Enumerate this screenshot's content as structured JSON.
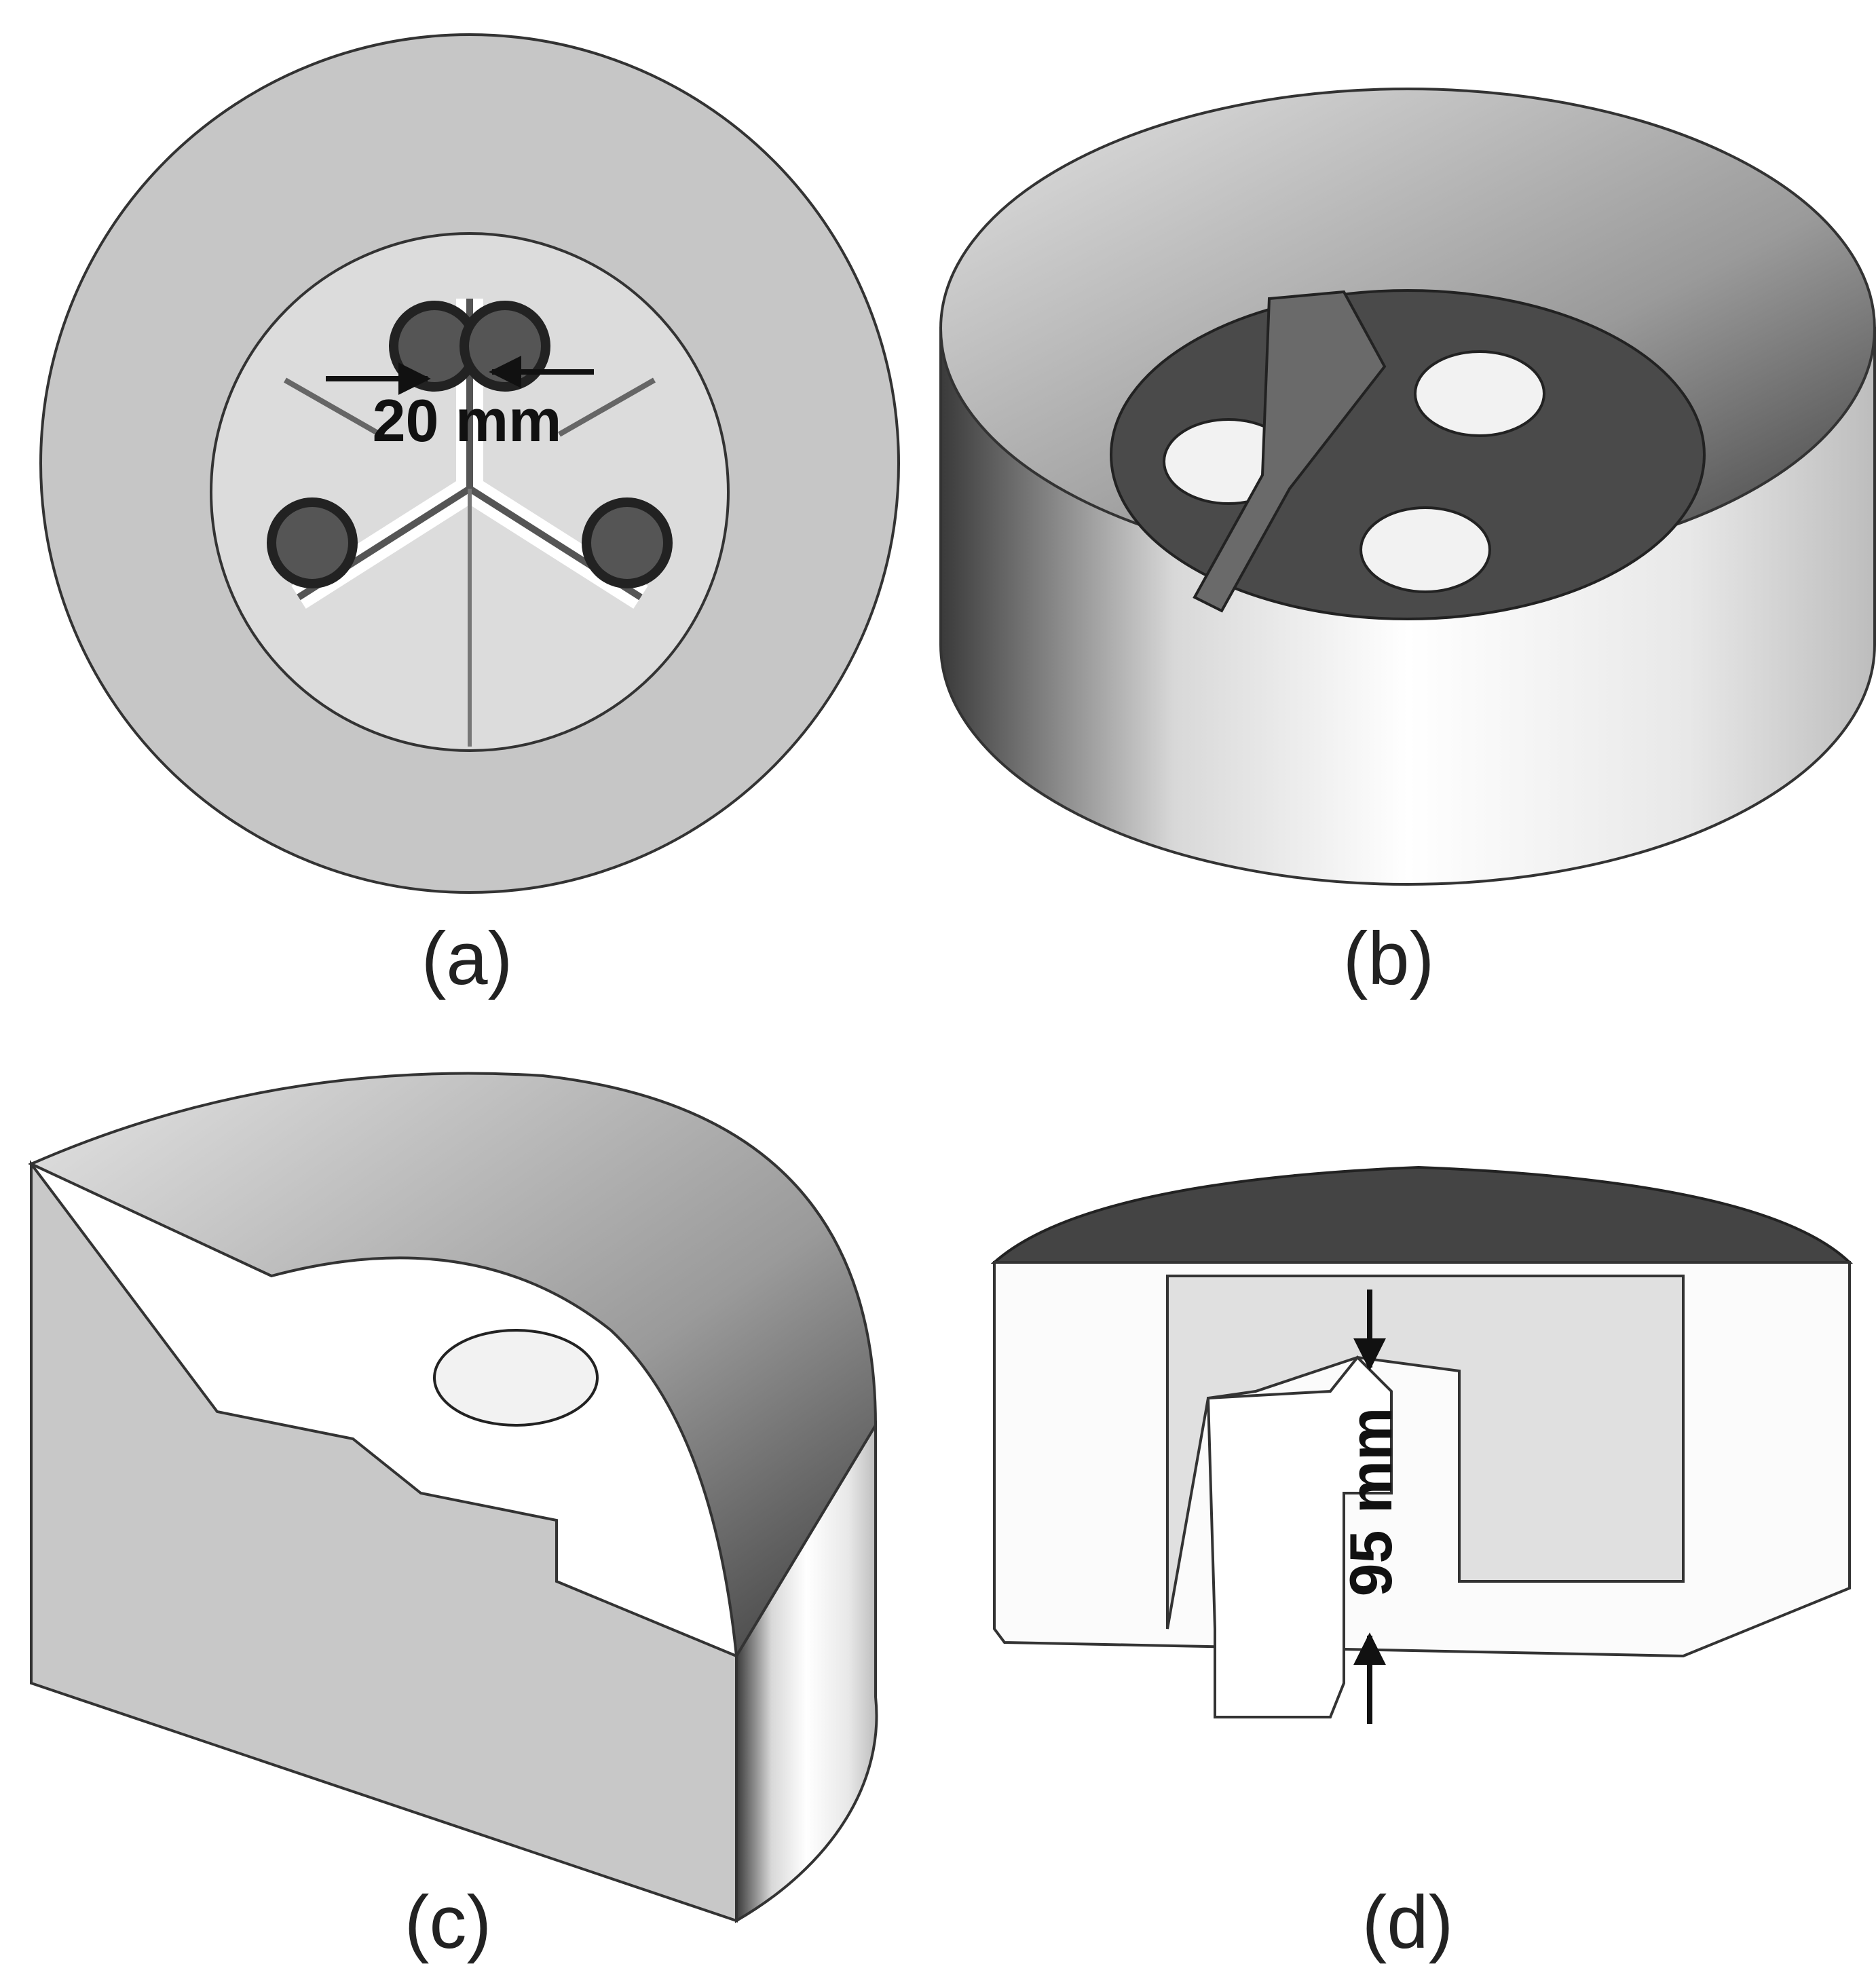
{
  "panels": [
    {
      "label": "(a)",
      "dimension": "20 mm"
    },
    {
      "label": "(b)"
    },
    {
      "label": "(c)"
    },
    {
      "label": "(d)",
      "dimension": "95 mm"
    }
  ],
  "colors": {
    "face": "#c8c8c8",
    "dark": "#4a4a4a",
    "light": "#f2f2f2",
    "edge": "#333333"
  }
}
